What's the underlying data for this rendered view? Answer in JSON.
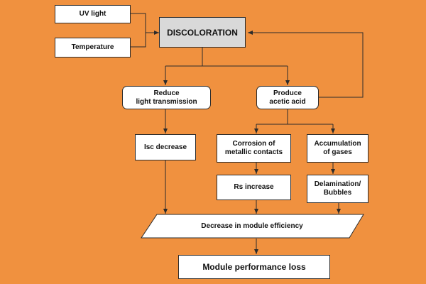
{
  "colors": {
    "background": "#F0913F",
    "box_fill": "#ffffff",
    "title_fill": "#d9d9d9",
    "line": "#2b2b2b"
  },
  "nodes": {
    "uv_light": "UV light",
    "temperature": "Temperature",
    "discoloration": "DISCOLORATION",
    "reduce_light": [
      "Reduce",
      "light transmission"
    ],
    "produce_acid": [
      "Produce",
      "acetic acid"
    ],
    "isc_decrease": "Isc decrease",
    "corrosion": [
      "Corrosion of",
      "metallic contacts"
    ],
    "accumulation": [
      "Accumulation",
      "of gases"
    ],
    "rs_increase": "Rs increase",
    "delamination": [
      "Delamination/",
      "Bubbles"
    ],
    "decrease_efficiency": "Decrease in module efficiency",
    "performance_loss": "Module performance loss"
  }
}
